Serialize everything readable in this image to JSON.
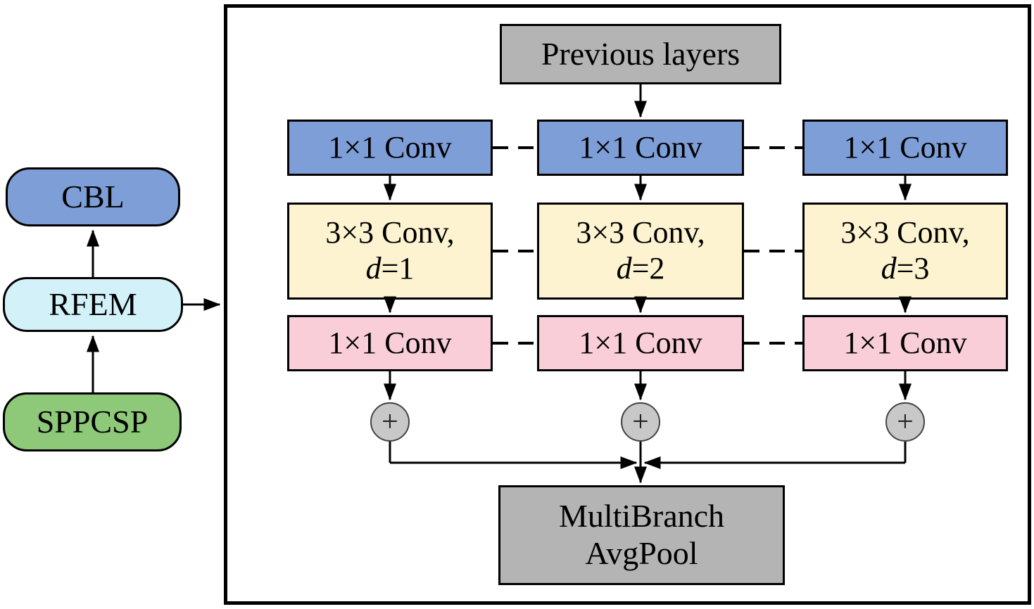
{
  "figure": {
    "left_panel": {
      "cbl_label": "CBL",
      "rfem_label": "RFEM",
      "sppcsp_label": "SPPCSP"
    },
    "rfem_detail": {
      "input_label": "Previous layers",
      "branches": [
        {
          "reduce_conv": "1×1 Conv",
          "dilated_conv_line1": "3×3 Conv,",
          "dilation_var": "d",
          "dilation_eq": "=1",
          "restore_conv": "1×1 Conv",
          "add_symbol": "+"
        },
        {
          "reduce_conv": "1×1 Conv",
          "dilated_conv_line1": "3×3 Conv,",
          "dilation_var": "d",
          "dilation_eq": "=2",
          "restore_conv": "1×1 Conv",
          "add_symbol": "+"
        },
        {
          "reduce_conv": "1×1 Conv",
          "dilated_conv_line1": "3×3 Conv,",
          "dilation_var": "d",
          "dilation_eq": "=3",
          "restore_conv": "1×1 Conv",
          "add_symbol": "+"
        }
      ],
      "output_label_line1": "MultiBranch",
      "output_label_line2": "AvgPool"
    }
  },
  "colors": {
    "cbl_blue": "#7e9ed7",
    "rfem_cyan": "#d3f1f8",
    "sppcsp_green": "#8ec879",
    "conv1_blue": "#7e9ed7",
    "conv3_yellow": "#fdf3d0",
    "conv1_pink": "#f9ced8",
    "io_gray": "#b4b4b4",
    "add_gray": "#c8c8c8"
  }
}
